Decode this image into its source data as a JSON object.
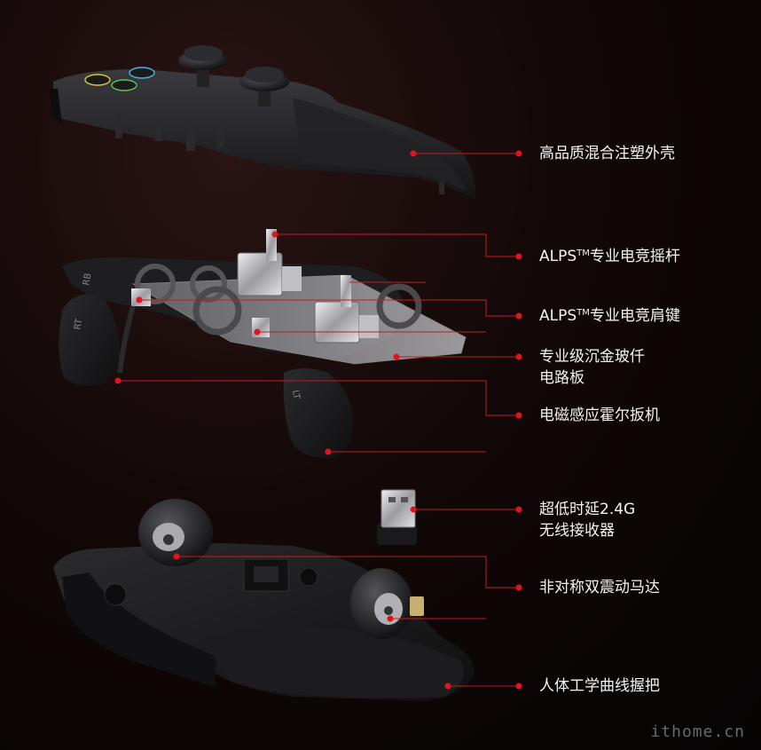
{
  "labels": {
    "shell": "高品质混合注塑外壳",
    "joystick_prefix": "ALPS",
    "joystick_tm": "TM",
    "joystick_suffix": "专业电竞摇杆",
    "shoulder_prefix": "ALPS",
    "shoulder_tm": "TM",
    "shoulder_suffix": "专业电竞肩键",
    "pcb_line1": "专业级沉金玻仟",
    "pcb_line2": "电路板",
    "trigger": "电磁感应霍尔扳机",
    "receiver_line1": "超低时延2.4G",
    "receiver_line2": "无线接收器",
    "motor": "非对称双震动马达",
    "grip": "人体工学曲线握把"
  },
  "parts": {
    "trigger_left_mark": "RT",
    "trigger_right_mark": "LT",
    "shoulder_mark": "RB"
  },
  "watermark": "ithome.cn",
  "colors": {
    "accent": "#e0151b",
    "line": "#c81a1f",
    "plastic_dark": "#1b1b1d",
    "plastic_mid": "#2e2e31",
    "metal": "#c9c9cc"
  }
}
